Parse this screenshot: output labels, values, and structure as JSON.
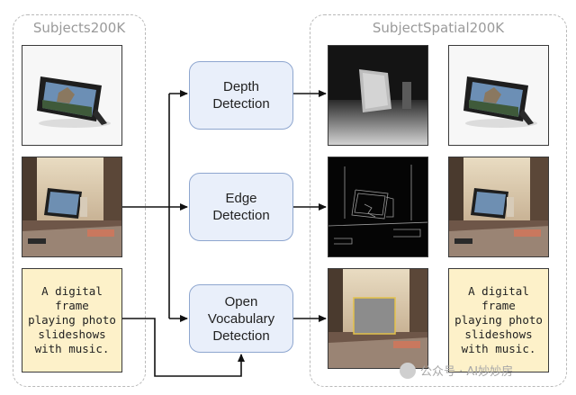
{
  "left_group": {
    "title": "Subjects200K"
  },
  "right_group": {
    "title": "SubjectSpatial200K"
  },
  "caption_text": "A digital frame\nplaying photo\nslideshows\nwith music.",
  "processes": [
    {
      "id": "depth",
      "label": "Depth\nDetection"
    },
    {
      "id": "edge",
      "label": "Edge\nDetection"
    },
    {
      "id": "ovd",
      "label": "Open\nVocabulary\nDetection"
    }
  ],
  "watermark": {
    "text": "公众号 · AI妙妙房"
  },
  "colors": {
    "process_fill": "#e9effa",
    "process_border": "#8ea6cf",
    "caption_fill": "#fdf1c9",
    "group_border": "#b9b9b9"
  }
}
